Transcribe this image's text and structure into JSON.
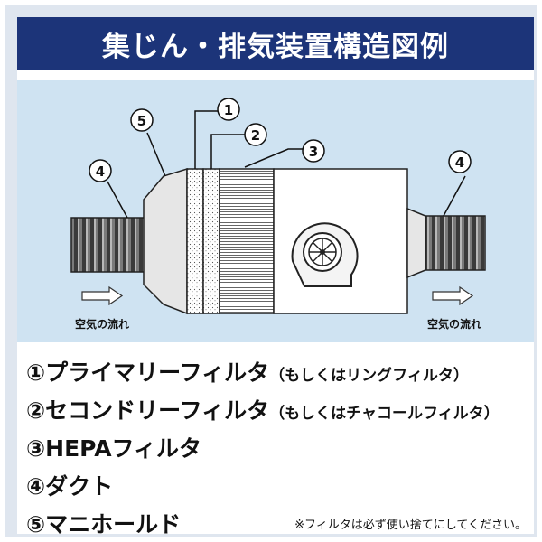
{
  "title": "集じん・排気装置構造図例",
  "diagram": {
    "callouts": [
      "①",
      "②",
      "③",
      "④",
      "⑤"
    ],
    "airflow_label": "空気の流れ"
  },
  "legend": [
    {
      "num": "①",
      "name": "プライマリーフィルタ",
      "note": "（もしくはリングフィルタ）"
    },
    {
      "num": "②",
      "name": "セコンドリーフィルタ",
      "note": "（もしくはチャコールフィルタ）"
    },
    {
      "num": "③",
      "name": "HEPAフィルタ",
      "note": ""
    },
    {
      "num": "④",
      "name": "ダクト",
      "note": ""
    },
    {
      "num": "⑤",
      "name": "マニホールド",
      "note": ""
    }
  ],
  "footnote": "※フィルタは必ず使い捨てにしてください。",
  "colors": {
    "header": "#1c3479",
    "diagram_bg": "#cfe3f2",
    "frame": "#dfe6ef"
  }
}
